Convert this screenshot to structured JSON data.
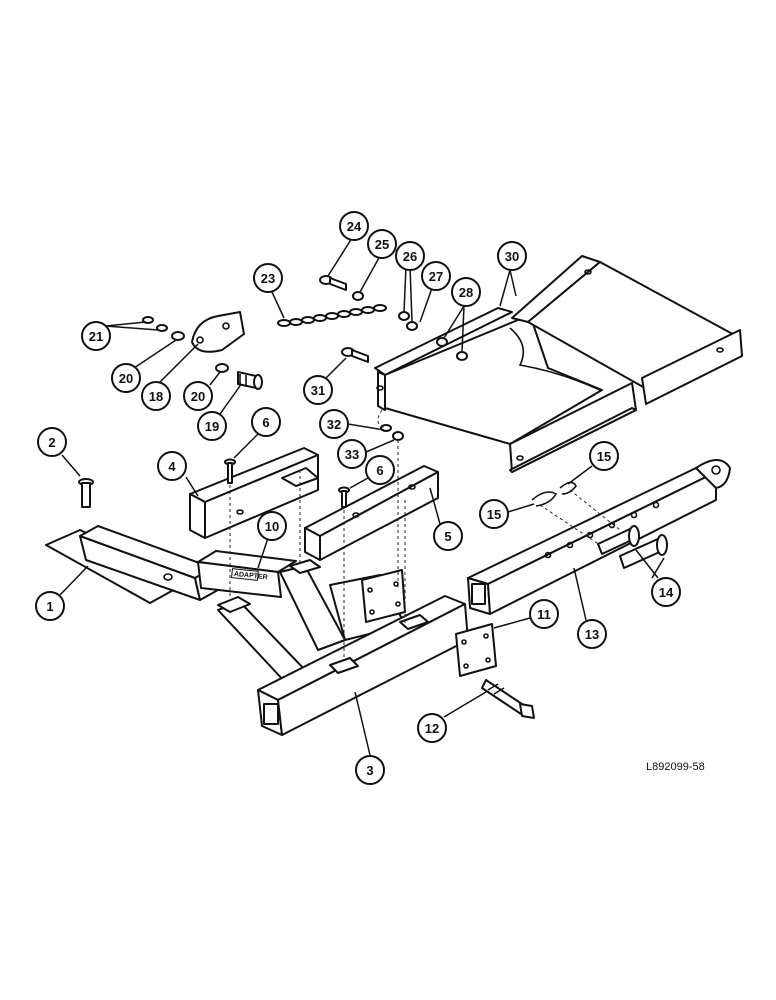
{
  "callouts": [
    {
      "id": "c1",
      "label": "1"
    },
    {
      "id": "c2",
      "label": "2"
    },
    {
      "id": "c3",
      "label": "3"
    },
    {
      "id": "c4",
      "label": "4"
    },
    {
      "id": "c5",
      "label": "5"
    },
    {
      "id": "c6a",
      "label": "6"
    },
    {
      "id": "c6b",
      "label": "6"
    },
    {
      "id": "c10",
      "label": "10"
    },
    {
      "id": "c11",
      "label": "11"
    },
    {
      "id": "c12",
      "label": "12"
    },
    {
      "id": "c13",
      "label": "13"
    },
    {
      "id": "c14",
      "label": "14"
    },
    {
      "id": "c15a",
      "label": "15"
    },
    {
      "id": "c15b",
      "label": "15"
    },
    {
      "id": "c18",
      "label": "18"
    },
    {
      "id": "c19",
      "label": "19"
    },
    {
      "id": "c20a",
      "label": "20"
    },
    {
      "id": "c20b",
      "label": "20"
    },
    {
      "id": "c21",
      "label": "21"
    },
    {
      "id": "c23",
      "label": "23"
    },
    {
      "id": "c24",
      "label": "24"
    },
    {
      "id": "c25",
      "label": "25"
    },
    {
      "id": "c26",
      "label": "26"
    },
    {
      "id": "c27",
      "label": "27"
    },
    {
      "id": "c28",
      "label": "28"
    },
    {
      "id": "c30",
      "label": "30"
    },
    {
      "id": "c31",
      "label": "31"
    },
    {
      "id": "c32",
      "label": "32"
    },
    {
      "id": "c33",
      "label": "33"
    }
  ],
  "drawing_number": "L892099-58",
  "decal_text": "ADAPTER"
}
